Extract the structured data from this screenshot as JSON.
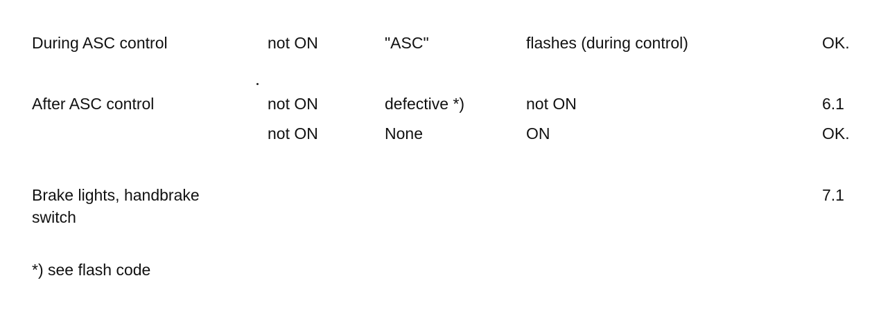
{
  "rows": [
    {
      "condition": "During ASC control",
      "col2": "not ON",
      "col3": "\"ASC\"",
      "col4": "flashes (during control)",
      "result": "OK."
    },
    {
      "condition": "After ASC control",
      "col2": "not ON",
      "col3": "defective *)",
      "col4": "not ON",
      "result": "6.1"
    },
    {
      "condition": "",
      "col2": "not ON",
      "col3": "None",
      "col4": "ON",
      "result": "OK."
    },
    {
      "condition": "Brake lights, handbrake switch",
      "col2": "",
      "col3": "",
      "col4": "",
      "result": "7.1"
    }
  ],
  "footnote": "*) see flash code"
}
